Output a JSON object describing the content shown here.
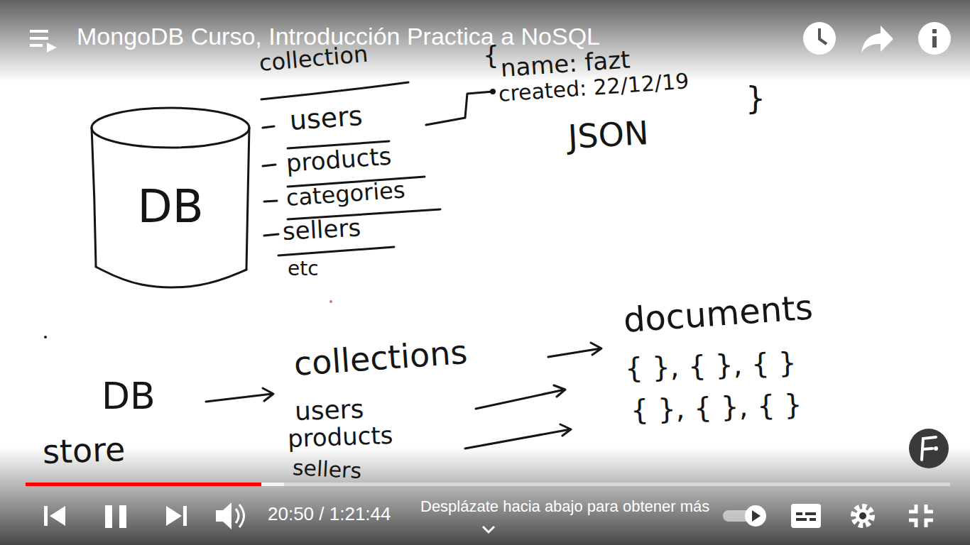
{
  "diagram": {
    "title": "MongoDB Curso, Introducción Practica a NoSQL",
    "nodes": [
      {
        "text": [
          "DB"
        ]
      }
    ],
    "labels": [
      "collection",
      "users",
      "products",
      "categories",
      "sellers",
      "etc",
      "{",
      "name: fazt",
      "created: 22/12/19",
      "}",
      "JSON",
      "documents",
      "DB",
      "collections",
      "{ }, { }, { }",
      "users",
      "{ }, { }, { }",
      "products",
      "store",
      "sellers",
      "20:50 / 1:21:44",
      "Desplázate hacia abajo para obtener más"
    ]
  }
}
